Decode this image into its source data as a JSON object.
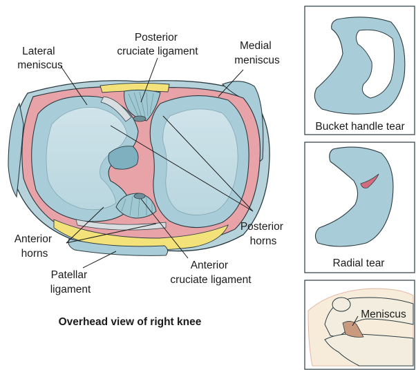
{
  "labels": {
    "lateral_meniscus": [
      "Lateral",
      "meniscus"
    ],
    "posterior_cruciate": [
      "Posterior",
      "cruciate ligament"
    ],
    "medial_meniscus": [
      "Medial",
      "meniscus"
    ],
    "posterior_horns": [
      "Posterior",
      "horns"
    ],
    "anterior_horns": [
      "Anterior",
      "horns"
    ],
    "patellar_ligament": [
      "Patellar",
      "ligament"
    ],
    "anterior_cruciate": [
      "Anterior",
      "cruciate ligament"
    ]
  },
  "view_title": "Overhead view of right knee",
  "panels": {
    "bucket_handle": "Bucket handle tear",
    "radial": "Radial tear",
    "sagittal_label": "Meniscus"
  },
  "colors": {
    "meniscus_fill": "#a9cdd8",
    "tibial_plateau": "#e8a3a8",
    "ligament_yellow": "#f3e27a",
    "outline": "#2a3a40"
  }
}
